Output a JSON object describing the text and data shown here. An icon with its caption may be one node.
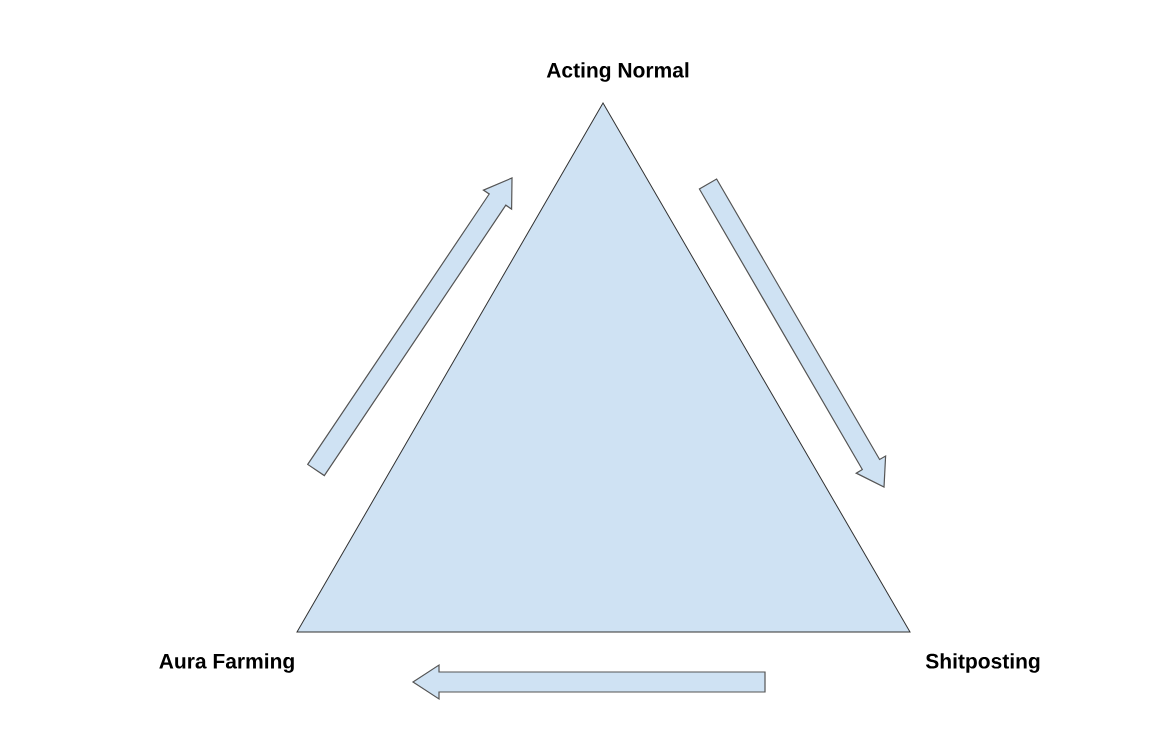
{
  "diagram": {
    "nodes": [
      {
        "text": [
          "Acting Normal"
        ]
      },
      {
        "text": [
          "Aura Farming"
        ]
      },
      {
        "text": [
          "Shitposting"
        ]
      }
    ],
    "edges": [
      {
        "from": 1,
        "to": 0,
        "arrow": "to"
      },
      {
        "from": 0,
        "to": 2,
        "arrow": "to"
      },
      {
        "from": 2,
        "to": 1,
        "arrow": "to"
      }
    ]
  }
}
